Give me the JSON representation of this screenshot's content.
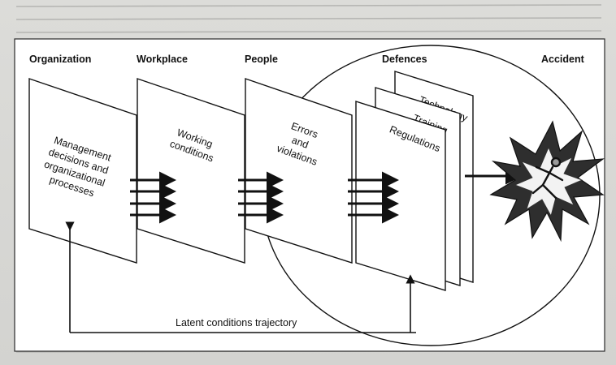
{
  "headers": {
    "organization": "Organization",
    "workplace": "Workplace",
    "people": "People",
    "defences": "Defences",
    "accident": "Accident"
  },
  "planes": {
    "management": [
      "Management",
      "decisions and",
      "organizational",
      "processes"
    ],
    "working": [
      "Working",
      "conditions"
    ],
    "errors": [
      "Errors",
      "and",
      "violations"
    ],
    "regulations": "Regulations",
    "training": "Training",
    "technology": "Technology"
  },
  "trajectory_label": "Latent conditions trajectory",
  "colors": {
    "background": "#d9d9d6",
    "plane_fill": "#ffffff",
    "ink": "#111111",
    "burst_fill": "#2e2e2e",
    "burst_inner": "#f2f2f2"
  },
  "icons": {
    "accident": "starburst-falling-figure-icon"
  }
}
